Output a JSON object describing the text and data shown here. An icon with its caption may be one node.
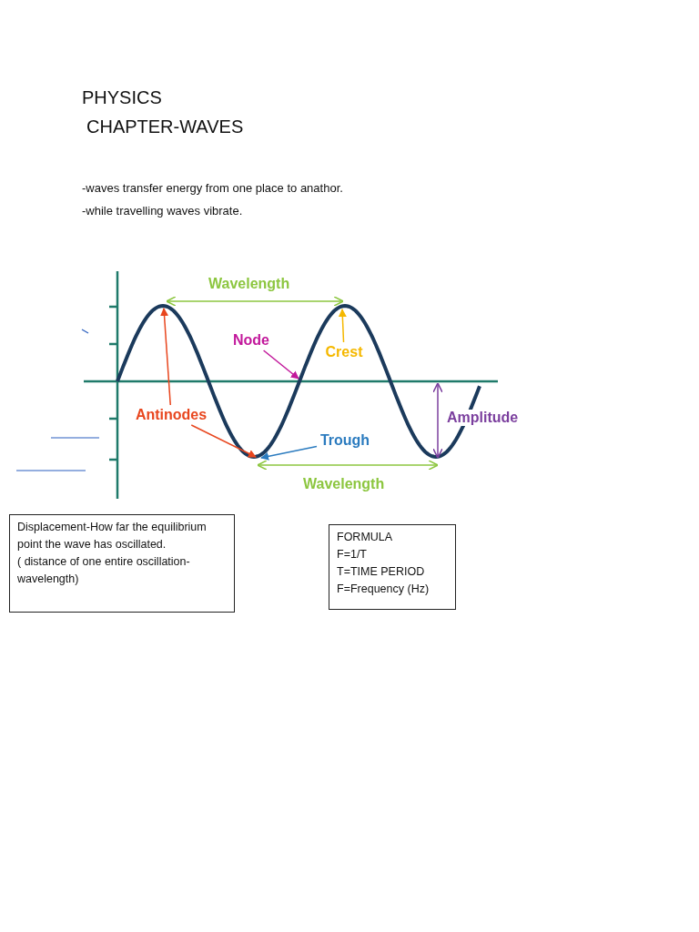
{
  "diagram": {
    "title": "PHYSICS",
    "nodes": [
      {
        "text": [
          "Node"
        ]
      },
      {
        "text": [
          "Crest"
        ]
      },
      {
        "text": [
          "Antinodes"
        ]
      },
      {
        "text": [
          "Trough"
        ]
      },
      {
        "text": [
          "Displacement-How far the equilibrium point the wave has oscillated.",
          "( distance of one entire oscillation-wavelength)"
        ]
      },
      {
        "text": [
          "FORMULA",
          "F=1/T",
          "T=TIME PERIOD",
          "F=Frequency (Hz)"
        ]
      }
    ],
    "edges": [
      {
        "from": 0,
        "to": null,
        "arrow": "to",
        "color": "#c2189b"
      },
      {
        "from": 1,
        "to": null,
        "arrow": "to",
        "color": "#f5b800"
      },
      {
        "from": 2,
        "to": null,
        "arrow": "to",
        "color": "#e8461e"
      },
      {
        "from": 2,
        "to": null,
        "arrow": "to",
        "color": "#e8461e"
      },
      {
        "from": 3,
        "to": null,
        "arrow": "to",
        "color": "#2b7bbf"
      }
    ],
    "labels": [
      "CHAPTER-WAVES",
      "-waves transfer energy from one place to anathor.",
      "-while travelling waves vibrate.",
      "Wavelength",
      "Amplitude",
      "Wavelength"
    ]
  }
}
